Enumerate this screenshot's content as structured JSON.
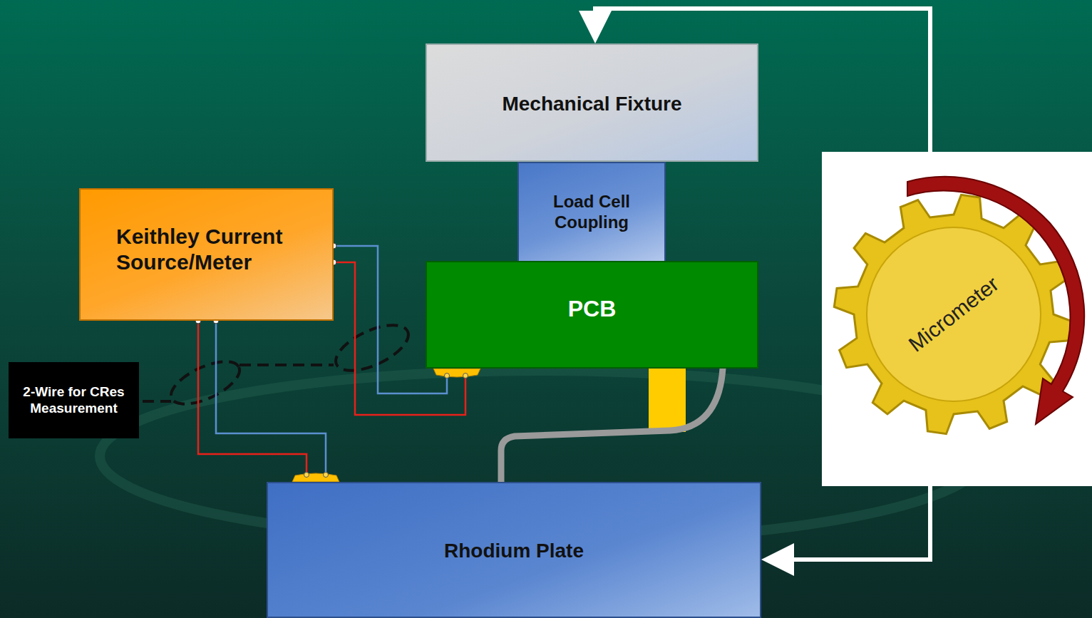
{
  "diagram": {
    "nodes": [
      {
        "text": [
          "Mechanical Fixture"
        ]
      },
      {
        "text": [
          "Load Cell Coupling"
        ]
      },
      {
        "text": [
          "Keithley Current Source/Meter"
        ]
      },
      {
        "text": [
          "PCB"
        ]
      },
      {
        "text": [
          "Micrometer"
        ]
      },
      {
        "text": [
          "2-Wire for CRes Measurement"
        ]
      },
      {
        "text": [
          "Rhodium Plate"
        ]
      }
    ],
    "edges": [
      {
        "from": 4,
        "to": 0,
        "arrow": "to"
      },
      {
        "from": 4,
        "to": 6,
        "arrow": "to"
      },
      {
        "from": 2,
        "to": 3,
        "arrow": "none"
      },
      {
        "from": 2,
        "to": 3,
        "arrow": "none"
      },
      {
        "from": 2,
        "to": 6,
        "arrow": "none"
      },
      {
        "from": 2,
        "to": 6,
        "arrow": "none"
      },
      {
        "from": 3,
        "to": 6,
        "arrow": "none"
      }
    ]
  }
}
